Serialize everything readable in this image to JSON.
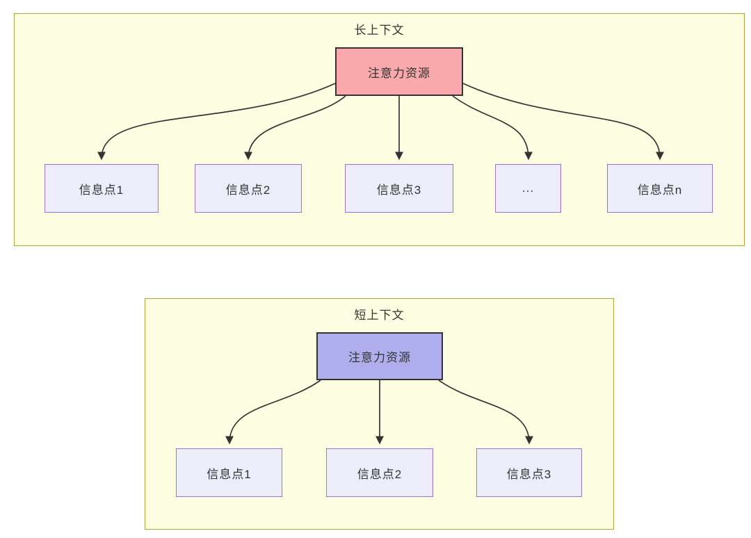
{
  "long_context": {
    "title": "长上下文",
    "source_label": "注意力资源",
    "targets": [
      "信息点1",
      "信息点2",
      "信息点3",
      "...",
      "信息点n"
    ]
  },
  "short_context": {
    "title": "短上下文",
    "source_label": "注意力资源",
    "targets": [
      "信息点1",
      "信息点2",
      "信息点3"
    ]
  },
  "colors": {
    "container_fill": "#fdfde2",
    "container_border": "#a8a838",
    "long_source_fill": "#f9a8ab",
    "short_source_fill": "#aeaeec",
    "source_border": "#333333",
    "info_fill": "#ececfb",
    "info_border": "#9673cc",
    "arrow": "#333333",
    "text": "#333333"
  }
}
